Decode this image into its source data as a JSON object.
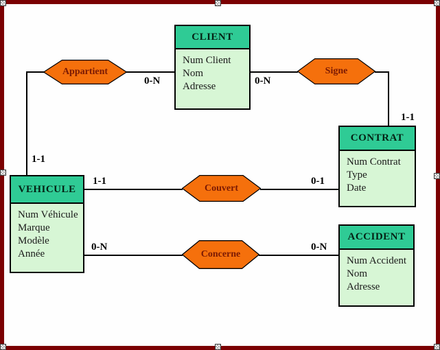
{
  "diagram": {
    "colors": {
      "header_fill": "#2fcb95",
      "body_fill": "#d7f6d5",
      "relation_fill": "#f5700c",
      "relation_text": "#7b1a04",
      "frame": "#7b0102",
      "line": "#000000",
      "handle_fill": "#d2d2d2"
    },
    "entities": {
      "client": {
        "title": "CLIENT",
        "attributes": [
          "Num Client",
          "Nom",
          "Adresse"
        ]
      },
      "contrat": {
        "title": "CONTRAT",
        "attributes": [
          "Num Contrat",
          "Type",
          "Date"
        ]
      },
      "vehicule": {
        "title": "VEHICULE",
        "attributes": [
          "Num Véhicule",
          "Marque",
          "Modèle",
          "Année"
        ]
      },
      "accident": {
        "title": "ACCIDENT",
        "attributes": [
          "Num Accident",
          "Nom",
          "Adresse"
        ]
      }
    },
    "relations": {
      "appartient": {
        "label": "Appartient"
      },
      "signe": {
        "label": "Signe"
      },
      "couvert": {
        "label": "Couvert"
      },
      "concerne": {
        "label": "Concerne"
      }
    },
    "cardinalities": {
      "client_appartient": "0-N",
      "client_signe": "0-N",
      "appartient_vehicule": "1-1",
      "signe_contrat": "1-1",
      "vehicule_couvert": "1-1",
      "couvert_contrat": "0-1",
      "vehicule_concerne": "0-N",
      "concerne_accident": "0-N"
    }
  }
}
